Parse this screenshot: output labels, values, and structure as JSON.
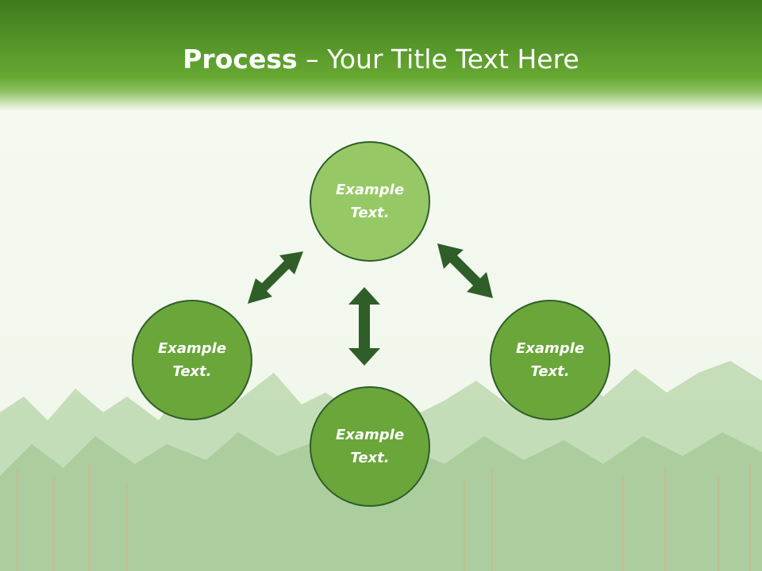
{
  "slide": {
    "title_bold": "Process",
    "title_dash": " – ",
    "title_rest": "Your Title Text Here"
  },
  "nodes": [
    {
      "label": "Example\nText."
    },
    {
      "label": "Example\nText."
    },
    {
      "label": "Example\nText."
    },
    {
      "label": "Example\nText."
    }
  ],
  "colors": {
    "top_node_fill": "#96c965",
    "node_fill": "#6aa63a",
    "node_border": "#2f5e29",
    "arrow": "#2f5e29",
    "header": "#4f8f27"
  }
}
